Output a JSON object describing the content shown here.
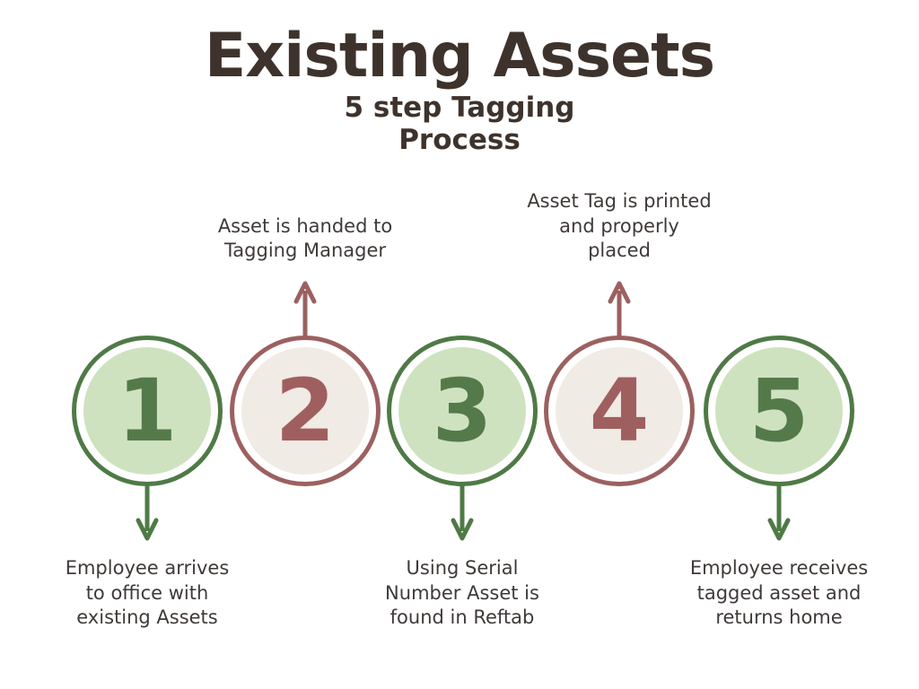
{
  "heading": {
    "title": "Existing Assets",
    "subtitle": "5 step Tagging\nProcess"
  },
  "colors": {
    "background": "#ffffff",
    "title_text": "#3e332c",
    "caption_text": "#3f3a38",
    "green_ring": "#4f7a46",
    "green_fill": "#cee2c0",
    "green_numeral": "#557a4a",
    "rose_ring": "#9c6060",
    "rose_fill": "#f0ebe4",
    "rose_numeral": "#a05f5f"
  },
  "steps": [
    {
      "number": "1",
      "theme": "green",
      "arrow": "down",
      "caption_position": "below",
      "caption": "Employee arrives\nto office with\nexisting Assets"
    },
    {
      "number": "2",
      "theme": "rose",
      "arrow": "up",
      "caption_position": "above",
      "caption": "Asset is handed to\nTagging Manager"
    },
    {
      "number": "3",
      "theme": "green",
      "arrow": "down",
      "caption_position": "below",
      "caption": "Using Serial\nNumber Asset is\nfound in Reftab"
    },
    {
      "number": "4",
      "theme": "rose",
      "arrow": "up",
      "caption_position": "above",
      "caption": "Asset Tag is printed\nand properly\nplaced"
    },
    {
      "number": "5",
      "theme": "green",
      "arrow": "down",
      "caption_position": "below",
      "caption": "Employee receives\ntagged asset and\nreturns home"
    }
  ]
}
